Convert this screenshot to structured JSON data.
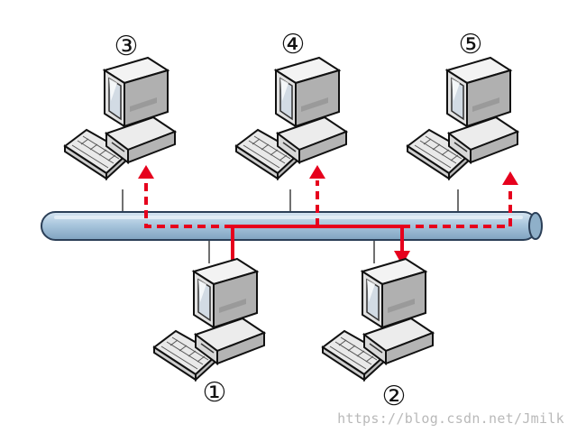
{
  "diagram": {
    "nodes": [
      {
        "id": "3",
        "label": "③"
      },
      {
        "id": "4",
        "label": "④"
      },
      {
        "id": "5",
        "label": "⑤"
      },
      {
        "id": "1",
        "label": "①"
      },
      {
        "id": "2",
        "label": "②"
      }
    ],
    "colors": {
      "bus_fill": "#a9c6dd",
      "bus_stroke": "#2b3f57",
      "signal": "#e6001d",
      "computer_light": "#f2f2f2",
      "computer_mid": "#d6d6d6",
      "computer_dark": "#8c8c8c",
      "screen": "#e4e8ec"
    },
    "icons": {
      "computer": "desktop-computer-icon",
      "arrow": "arrow-icon"
    }
  },
  "watermark": "https://blog.csdn.net/Jmilk"
}
